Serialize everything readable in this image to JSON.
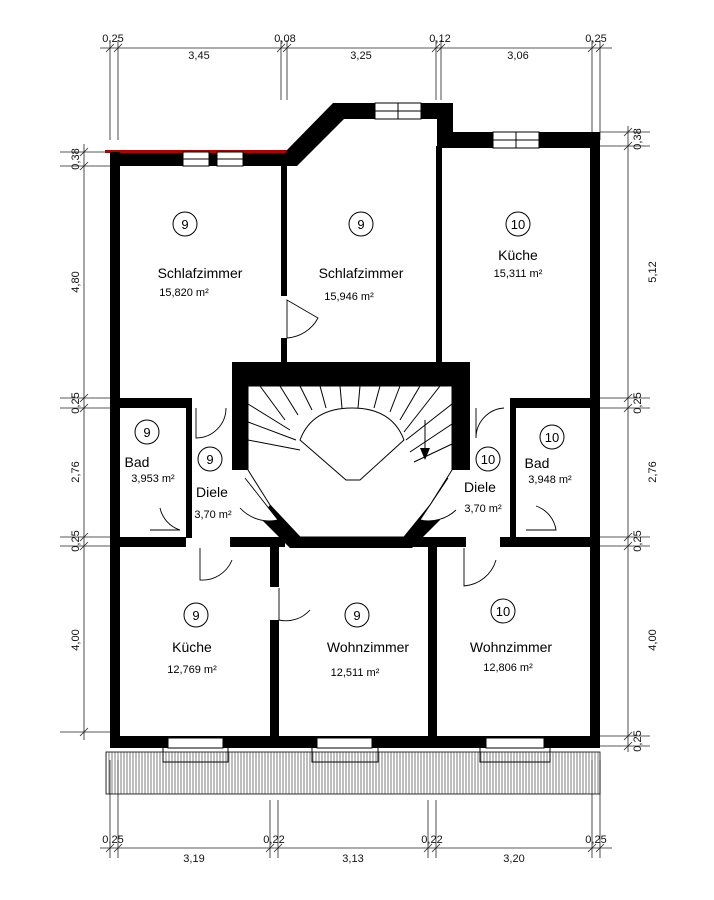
{
  "dimensions": {
    "top": [
      "0,25",
      "3,45",
      "0,08",
      "3,25",
      "0,12",
      "3,06",
      "0,25"
    ],
    "bottom": [
      "0,25",
      "3,19",
      "0,22",
      "3,13",
      "0,22",
      "3,20",
      "0,25"
    ],
    "left": [
      "0,38",
      "4,80",
      "0,25",
      "2,76",
      "0,25",
      "4,00"
    ],
    "right": [
      "0,38",
      "5,12",
      "0,25",
      "2,76",
      "0,25",
      "4,00",
      "0,25"
    ]
  },
  "rooms": [
    {
      "unit": "9",
      "name": "Schlafzimmer",
      "area": "15,820 m²"
    },
    {
      "unit": "9",
      "name": "Schlafzimmer",
      "area": "15,946 m²"
    },
    {
      "unit": "10",
      "name": "Küche",
      "area": "15,311 m²"
    },
    {
      "unit": "9",
      "name": "Bad",
      "area": "3,953 m²"
    },
    {
      "unit": "9",
      "name": "Diele",
      "area": "3,70 m²"
    },
    {
      "unit": "10",
      "name": "Diele",
      "area": "3,70 m²"
    },
    {
      "unit": "10",
      "name": "Bad",
      "area": "3,948 m²"
    },
    {
      "unit": "9",
      "name": "Küche",
      "area": "12,769 m²"
    },
    {
      "unit": "9",
      "name": "Wohnzimmer",
      "area": "12,511 m²"
    },
    {
      "unit": "10",
      "name": "Wohnzimmer",
      "area": "12,806 m²"
    }
  ]
}
